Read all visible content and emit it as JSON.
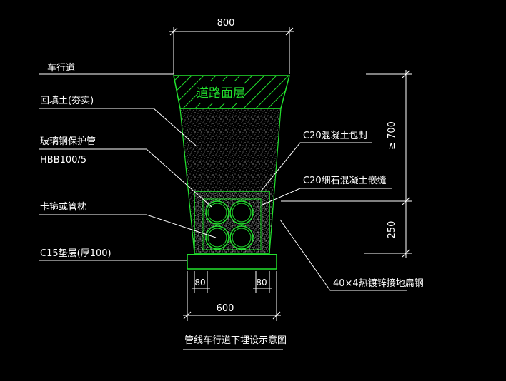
{
  "colors": {
    "background": "#000000",
    "line": "#ffffff",
    "structure": "#22e22e",
    "text": "#ffffff"
  },
  "dimensions": {
    "top_width": "800",
    "bottom_width": "600",
    "margin_left": "80",
    "margin_right": "80",
    "depth_cover": "≥ 700",
    "depth_pipe": "250"
  },
  "labels": {
    "carriageway": "车行道",
    "backfill": "回填土(夯实)",
    "frp_pipe_line1": "玻璃钢保护管",
    "frp_pipe_line2": "HBB100/5",
    "clamp": "卡箍或管枕",
    "base_layer": "C15垫层(厚100)",
    "c20_encase": "C20混凝土包封",
    "c20_fine_joint": "C20细石混凝土嵌缝",
    "ground_steel": "40×4热镀锌接地扁钢",
    "road_surface": "道路面层",
    "drawing_title": "管线车行道下埋设示意图"
  }
}
